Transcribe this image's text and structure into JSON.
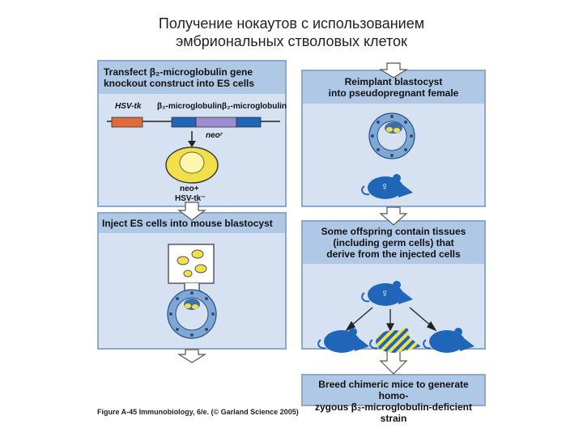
{
  "title": {
    "line1": "Получение нокаутов с использованием",
    "line2": "эмбриональных стволовых клеток"
  },
  "panels": {
    "p1": {
      "line1": "Transfect β₂-microglobulin gene",
      "line2": "knockout construct into ES cells"
    },
    "p2": {
      "text": "Inject ES cells into mouse blastocyst"
    },
    "p3": {
      "line1": "Reimplant blastocyst",
      "line2": "into pseudopregnant female"
    },
    "p4": {
      "line1": "Some offspring contain tissues",
      "line2": "(including germ cells) that",
      "line3": "derive from the injected cells"
    },
    "p5": {
      "line1": "Breed chimeric mice to generate homo-",
      "line2": "zygous β₂-microglobulin-deficient strain"
    }
  },
  "construct": {
    "hsv_label": "HSV-tk",
    "b2m_left": "β₂-microglobulin",
    "b2m_right": "β₂-microglobulin",
    "neo_label": "neoʳ",
    "cell_label1": "neo+",
    "cell_label2": "HSV-tk⁻"
  },
  "symbols": {
    "female": "♀"
  },
  "caption": "Figure A-45 Immunobiology, 6/e. (© Garland Science 2005)",
  "colors": {
    "panel_bg": "#d6e2f2",
    "header_bg": "#aec8e6",
    "mouse_blue": "#1f66b8",
    "chimera_yellow": "#f1e04a",
    "hsv_orange": "#e06a3a",
    "neo_purple": "#9d8ccf",
    "cell_yellow": "#f2e04a"
  }
}
